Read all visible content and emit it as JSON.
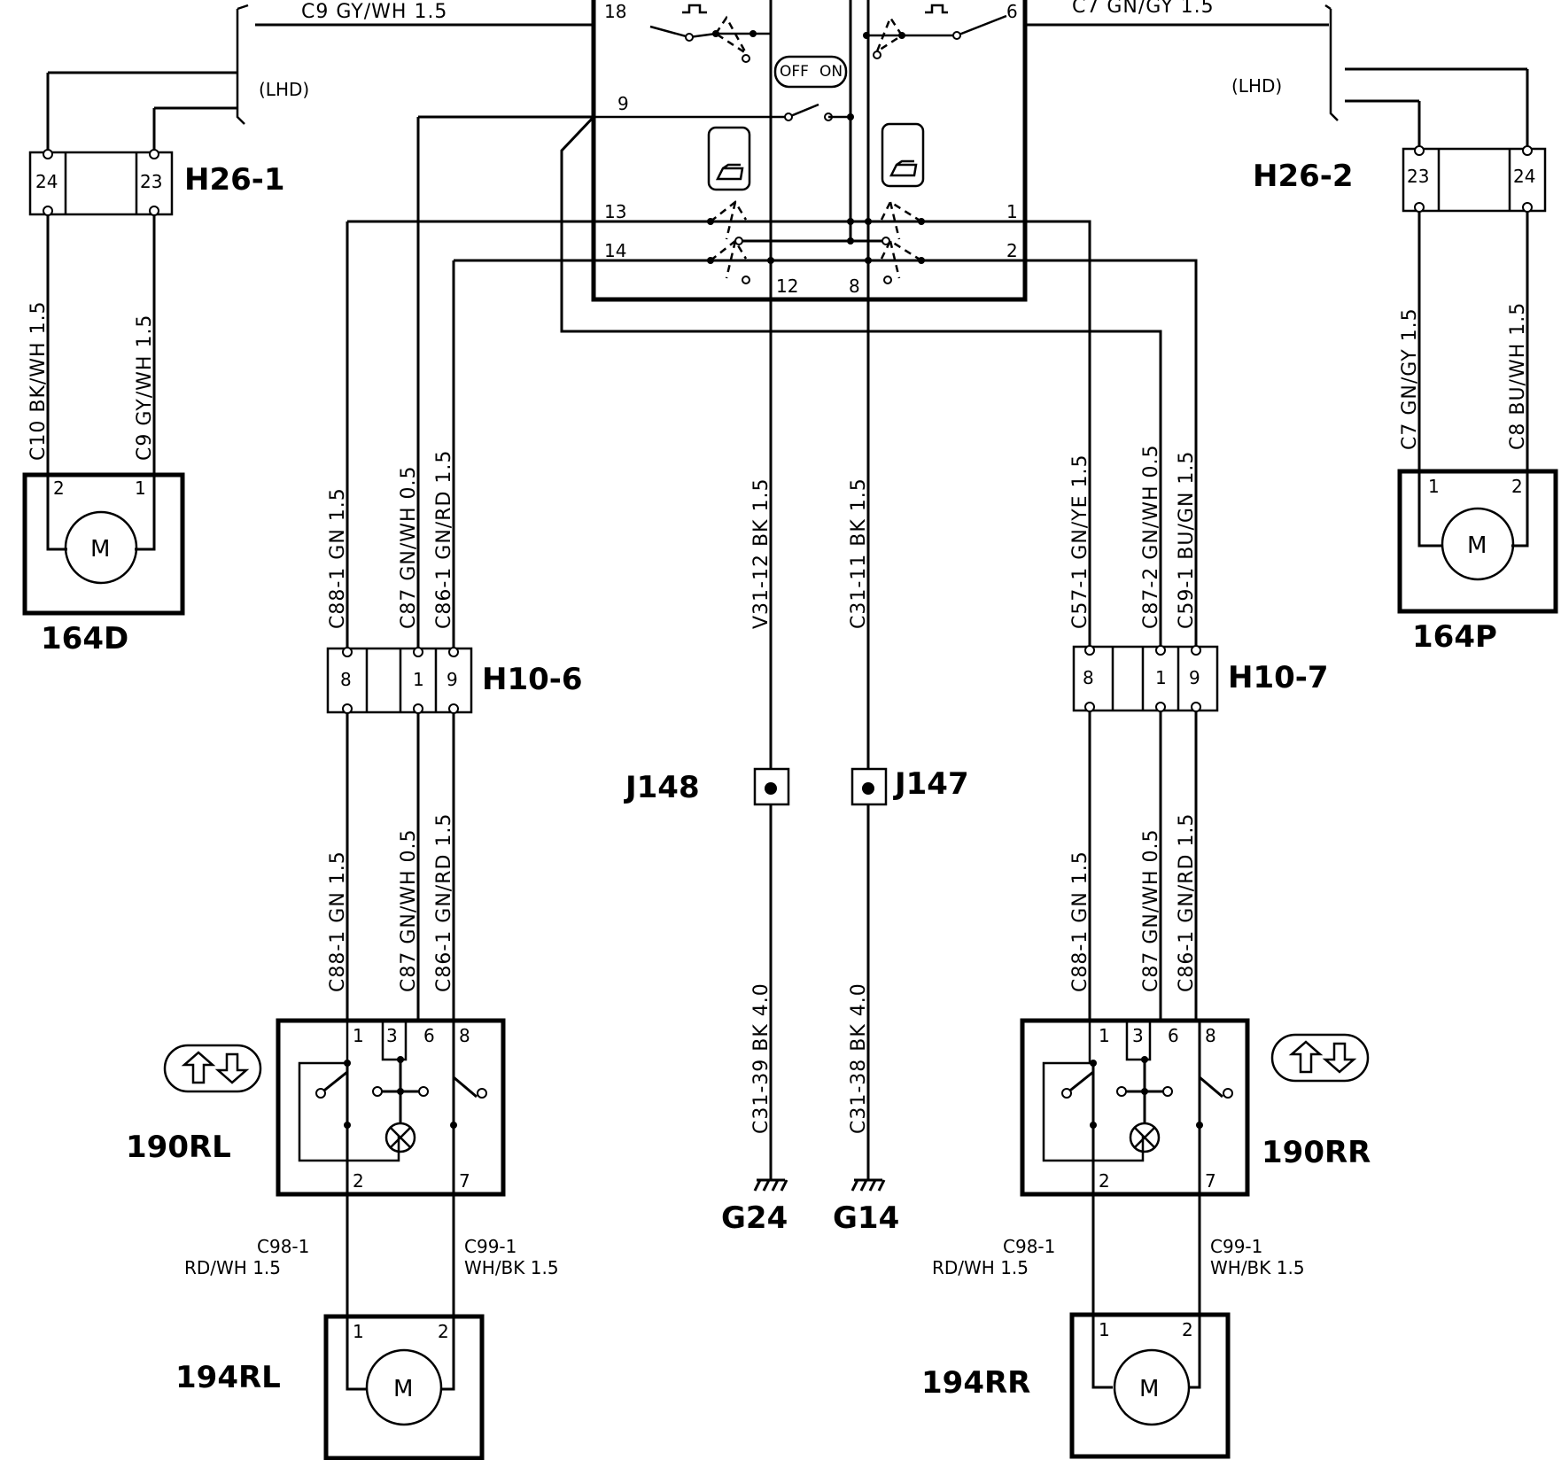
{
  "diagram": {
    "components": {
      "h26_1": "H26-1",
      "h26_2": "H26-2",
      "h10_6": "H10-6",
      "h10_7": "H10-7",
      "m164d": "164D",
      "m164p": "164P",
      "sw190rl": "190RL",
      "sw190rr": "190RR",
      "m194rl": "194RL",
      "m194rr": "194RR",
      "j148": "J148",
      "j147": "J147",
      "g24": "G24",
      "g14": "G14",
      "motor_symbol": "M"
    },
    "notes": {
      "lhd_left": "(LHD)",
      "lhd_right": "(LHD)",
      "off": "OFF",
      "on": "ON"
    },
    "top_wires": {
      "left": "C9  GY/WH 1.5",
      "right": "C7  GN/GY 1.5"
    },
    "switch_pins": {
      "p18": "18",
      "p9": "9",
      "p13": "13",
      "p14": "14",
      "p6": "6",
      "p1": "1",
      "p2": "2",
      "p12": "12",
      "p8": "8"
    },
    "connector_pins": {
      "h26_1": [
        "24",
        "23"
      ],
      "h26_2": [
        "23",
        "24"
      ],
      "h10_6": [
        "8",
        "1",
        "9"
      ],
      "h10_7": [
        "8",
        "1",
        "9"
      ],
      "m164d": [
        "2",
        "1"
      ],
      "m164p": [
        "1",
        "2"
      ],
      "sw190rl_top": [
        "1",
        "3",
        "6",
        "8"
      ],
      "sw190rl_bottom": [
        "2",
        "7"
      ],
      "sw190rr_top": [
        "1",
        "3",
        "6",
        "8"
      ],
      "sw190rr_bottom": [
        "2",
        "7"
      ],
      "m194rl": [
        "1",
        "2"
      ],
      "m194rr": [
        "1",
        "2"
      ]
    },
    "vertical_wire_labels": {
      "c10_bkwh": "C10  BK/WH 1.5",
      "c9_gywh": "C9  GY/WH 1.5",
      "c88_upper_l": "C88-1  GN 1.5",
      "c87_upper_l": "C87  GN/WH 0.5",
      "c86_upper_l": "C86-1  GN/RD 1.5",
      "v31_12": "V31-12  BK 1.5",
      "c31_11": "C31-11  BK 1.5",
      "c57_1": "C57-1  GN/YE 1.5",
      "c87_2": "C87-2  GN/WH 0.5",
      "c59_1": "C59-1  BU/GN 1.5",
      "c7_gngy": "C7  GN/GY 1.5",
      "c8_buwh": "C8  BU/WH 1.5",
      "c88_lower_l": "C88-1  GN 1.5",
      "c87_lower_l": "C87  GN/WH 0.5",
      "c86_lower_l": "C86-1  GN/RD 1.5",
      "c31_39": "C31-39  BK 4.0",
      "c31_38": "C31-38  BK 4.0",
      "c88_lower_r": "C88-1  GN 1.5",
      "c87_lower_r": "C87  GN/WH 0.5",
      "c86_lower_r": "C86-1  GN/RD 1.5"
    },
    "bottom_wire_labels": {
      "left_c98_code": "C98-1",
      "left_c98_spec": "RD/WH 1.5",
      "left_c99_code": "C99-1",
      "left_c99_spec": "WH/BK 1.5",
      "right_c98_code": "C98-1",
      "right_c98_spec": "RD/WH 1.5",
      "right_c99_code": "C99-1",
      "right_c99_spec": "WH/BK 1.5"
    }
  }
}
